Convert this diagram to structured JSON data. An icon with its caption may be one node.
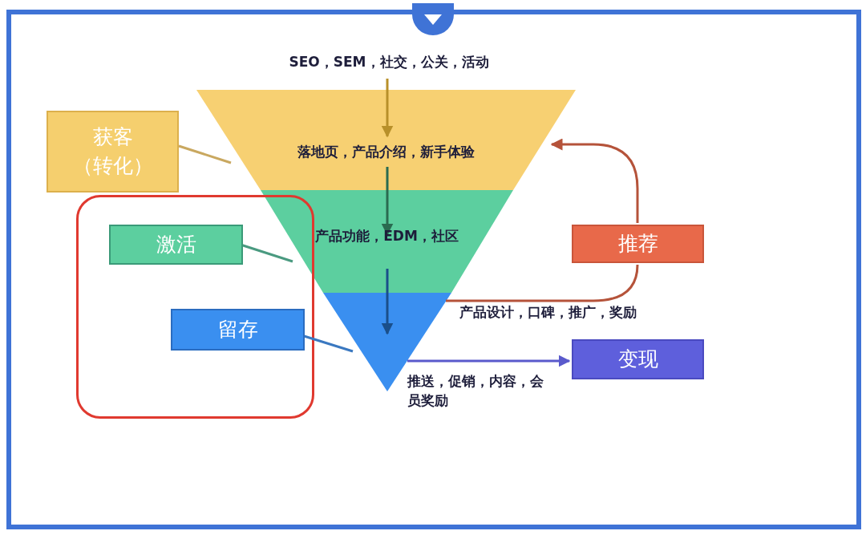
{
  "diagram": {
    "nodes": [
      {
        "text": [
          "SEO，SEM，社交，公关，活动"
        ]
      },
      {
        "text": [
          "落地页，产品介绍，新手体验"
        ]
      },
      {
        "text": [
          "产品功能，EDM，社区"
        ]
      },
      {
        "text": [],
        "shape": "triangle"
      },
      {
        "text": [
          "获客",
          "（转化）"
        ]
      },
      {
        "text": [],
        "shape": "box"
      },
      {
        "text": [
          "激活"
        ],
        "in": 5
      },
      {
        "text": [
          "留存"
        ],
        "in": 5
      },
      {
        "text": [
          "推荐"
        ]
      },
      {
        "text": [
          "变现"
        ]
      }
    ],
    "edges": [
      {
        "from": 0,
        "to": 1,
        "arrow": "to",
        "color": "#b8902a"
      },
      {
        "from": 1,
        "to": 2,
        "arrow": "to",
        "color": "#2a6b50"
      },
      {
        "from": 2,
        "to": 3,
        "arrow": "to",
        "color": "#1a4f8a"
      },
      {
        "from": 4,
        "to": 1,
        "arrow": "none",
        "color": "#c9a860"
      },
      {
        "from": 6,
        "to": 2,
        "arrow": "none",
        "color": "#4a9a80"
      },
      {
        "from": 7,
        "to": 3,
        "arrow": "none",
        "color": "#3a78c0"
      },
      {
        "from": 3,
        "to": 9,
        "arrow": "to",
        "label": "推送，促销，内容，会员奖励",
        "color": "#5a5acc"
      },
      {
        "from": 3,
        "to": 8,
        "arrow": "none",
        "label": "产品设计，口碑，推广，奖励"
      },
      {
        "from": 8,
        "to": 1,
        "arrow": "to"
      }
    ]
  }
}
